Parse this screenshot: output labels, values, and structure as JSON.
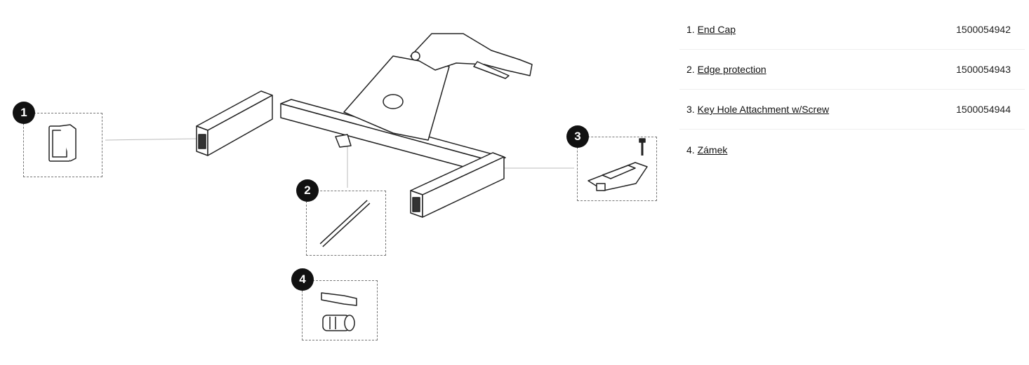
{
  "callouts": [
    {
      "number": "1"
    },
    {
      "number": "2"
    },
    {
      "number": "3"
    },
    {
      "number": "4"
    }
  ],
  "parts": [
    {
      "index": "1.",
      "name": "End Cap",
      "part_number": "1500054942"
    },
    {
      "index": "2.",
      "name": "Edge protection",
      "part_number": "1500054943"
    },
    {
      "index": "3.",
      "name": "Key Hole Attachment w/Screw",
      "part_number": "1500054944"
    },
    {
      "index": "4.",
      "name": "Zámek",
      "part_number": ""
    }
  ]
}
